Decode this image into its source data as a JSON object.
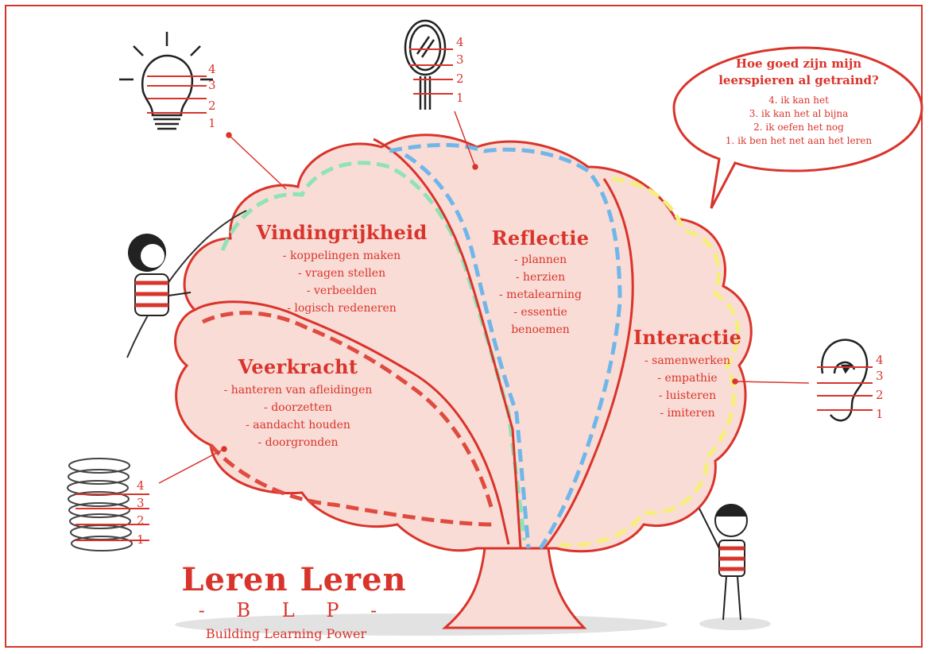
{
  "legend": {
    "question": "Hoe goed zijn mijn leerspieren al getraind?",
    "levels": [
      "4. ik kan het",
      "3. ik kan het al bijna",
      "2. ik oefen het nog",
      "1. ik ben het net aan het leren"
    ]
  },
  "regions": {
    "vindingrijkheid": {
      "title": "Vindingrijkheid",
      "items": [
        "- koppelingen maken",
        "- vragen stellen",
        "- verbeelden",
        "- logisch redeneren"
      ]
    },
    "reflectie": {
      "title": "Reflectie",
      "items": [
        "- plannen",
        "- herzien",
        "- metalearning",
        "- essentie",
        "benoemen"
      ]
    },
    "interactie": {
      "title": "Interactie",
      "items": [
        "- samenwerken",
        "- empathie",
        "- luisteren",
        "- imiteren"
      ]
    },
    "veerkracht": {
      "title": "Veerkracht",
      "items": [
        "- hanteren van afleidingen",
        "- doorzetten",
        "- aandacht houden",
        "- doorgronden"
      ]
    }
  },
  "scales": {
    "bulb": [
      "4",
      "3",
      "2",
      "1"
    ],
    "mirror": [
      "4",
      "3",
      "2",
      "1"
    ],
    "ear": [
      "4",
      "3",
      "2",
      "1"
    ],
    "spring": [
      "4",
      "3",
      "2",
      "1"
    ]
  },
  "logo": {
    "main": "Leren Leren",
    "blp": "- B L P -",
    "subtitle": "Building Learning Power"
  },
  "colors": {
    "accent": "#d9342b",
    "brain_fill": "#f9dcd6",
    "green_dash": "#8fe3b4",
    "blue_dash": "#6fb6ea",
    "yellow_dash": "#f4ef7a",
    "red_dash": "#e04b40"
  }
}
